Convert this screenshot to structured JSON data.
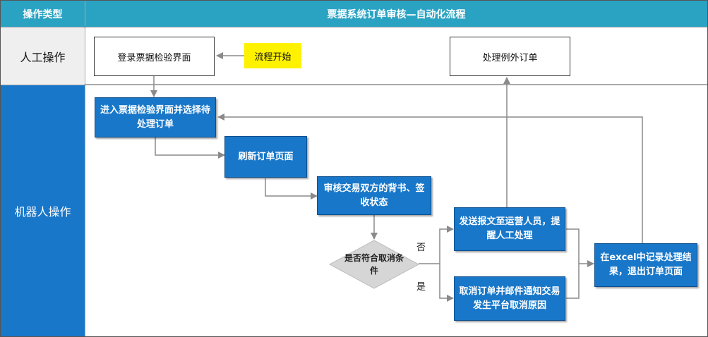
{
  "header": {
    "col1": "操作类型",
    "col2": "票据系统订单审核—自动化流程"
  },
  "lanes": {
    "manual": "人工操作",
    "robot": "机器人操作"
  },
  "nodes": {
    "login": "登录票据检验界面",
    "start": "流程开始",
    "exception": "处理例外订单",
    "enter": "进入票据检验界面并选择待处理订单",
    "refresh": "刷新订单页面",
    "review": "审核交易双方的背书、签收状态",
    "decision": "是否符合取消条件",
    "send": "发送报文至运营人员，提醒人工处理",
    "cancel": "取消订单并邮件通知交易发生平台取消原因",
    "record": "在excel中记录处理结果，退出订单页面"
  },
  "edges": {
    "no": "否",
    "yes": "是"
  },
  "colors": {
    "header": "#2aa3c3",
    "lane_robot": "#1877c9",
    "node_blue": "#1877c9",
    "start_yellow": "#fff200",
    "diamond": "#d6d6d6"
  }
}
